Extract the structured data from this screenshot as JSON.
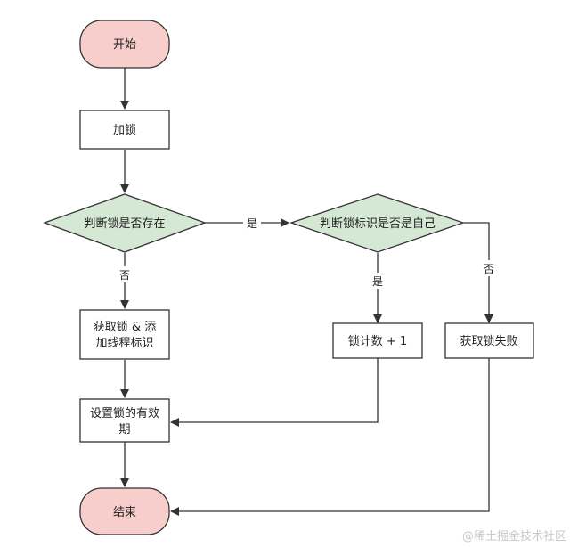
{
  "nodes": {
    "start": "开始",
    "lock": "加锁",
    "check_exists": "判断锁是否存在",
    "check_self": "判断锁标识是否是自己",
    "acquire_line1": "获取锁 & 添",
    "acquire_line2": "加线程标识",
    "count_inc": "锁计数 + 1",
    "acquire_fail": "获取锁失败",
    "set_expire_line1": "设置锁的有效",
    "set_expire_line2": "期",
    "end": "结束"
  },
  "edges": {
    "exists_yes": "是",
    "exists_no": "否",
    "self_yes": "是",
    "self_no": "否"
  },
  "watermark": "@稀土掘金技术社区",
  "colors": {
    "terminal_fill": "#f8cecc",
    "terminal_stroke": "#333333",
    "decision_fill": "#d5e8d4",
    "decision_stroke": "#333333",
    "process_fill": "#ffffff",
    "line": "#333333"
  }
}
